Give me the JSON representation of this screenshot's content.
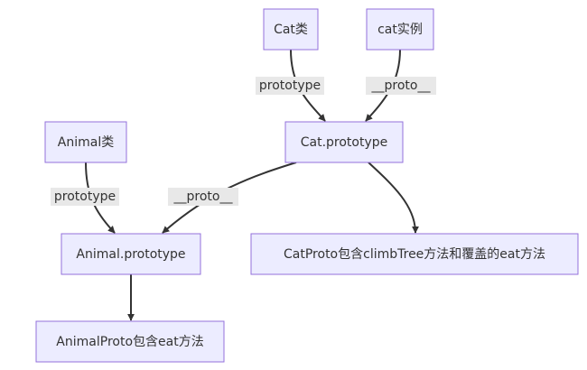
{
  "nodes": {
    "cat_class": "Cat类",
    "cat_instance": "cat实例",
    "cat_prototype": "Cat.prototype",
    "animal_class": "Animal类",
    "animal_prototype": "Animal.prototype",
    "cat_proto_desc": "CatProto包含climbTree方法和覆盖的eat方法",
    "animal_proto_desc": "AnimalProto包含eat方法"
  },
  "edges": {
    "cat_class_to_cat_prototype": "prototype",
    "cat_instance_to_cat_prototype": "__proto__",
    "animal_class_to_animal_prototype": "prototype",
    "cat_prototype_to_animal_prototype": "__proto__"
  },
  "colors": {
    "node_fill": "#ECECFF",
    "node_stroke": "#9370DB",
    "edge": "#333333",
    "edge_label_bg": "#e8e8e8"
  }
}
